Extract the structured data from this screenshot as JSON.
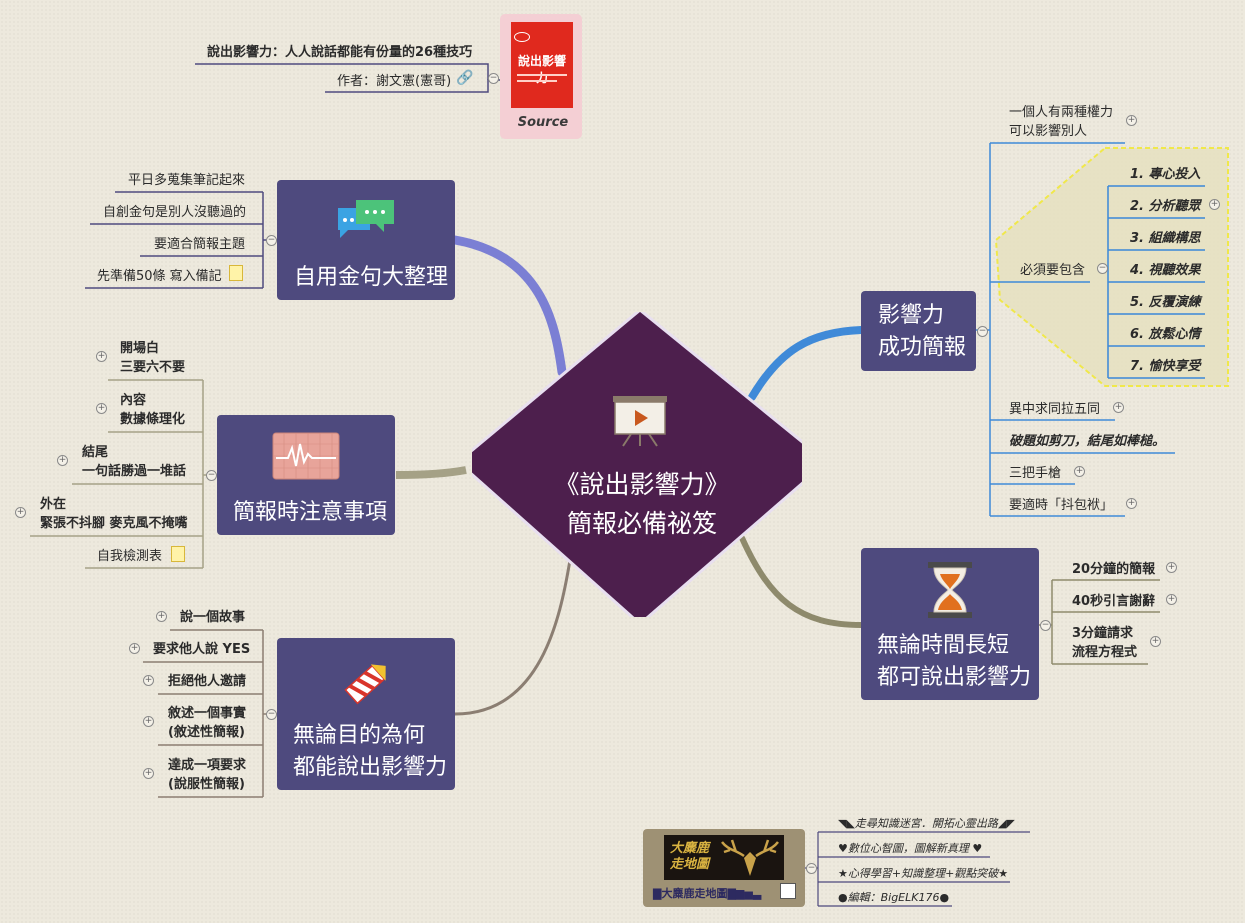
{
  "center": {
    "line1": "《說出影響力》",
    "line2": "簡報必備祕笈"
  },
  "source": {
    "title": "說出影響力：人人說話都能有份量的26種技巧",
    "author": "作者：謝文憲(憲哥)",
    "label": "Source",
    "book_cover_title": "說出影響力"
  },
  "topics": {
    "quotes": {
      "title": "自用金句大整理",
      "items": [
        "平日多蒐集筆記起來",
        "自創金句是別人沒聽過的",
        "要適合簡報主題",
        "先準備50條  寫入備記"
      ]
    },
    "notes": {
      "title": "簡報時注意事項",
      "items": [
        "開場白\n三要六不要",
        "內容\n數據條理化",
        "結尾\n一句話勝過一堆話",
        "外在\n緊張不抖腳 麥克風不掩嘴",
        "自我檢測表"
      ]
    },
    "purpose": {
      "title": "無論目的為何\n都能說出影響力",
      "items": [
        "說一個故事",
        "要求他人說 YES",
        "拒絕他人邀請",
        "敘述一個事實\n(敘述性簡報)",
        "達成一項要求\n(說服性簡報)"
      ]
    },
    "success": {
      "title": "影響力\n成功簡報",
      "top": "一個人有兩種權力\n可以影響別人",
      "must_label": "必須要包含",
      "must_items": [
        "1. 專心投入",
        "2. 分析聽眾",
        "3. 組織構思",
        "4. 視聽效果",
        "5. 反覆演練",
        "6. 放鬆心情",
        "7. 愉快享受"
      ],
      "others": [
        "異中求同拉五同",
        "破題如剪刀，結尾如棒槌。",
        "三把手槍",
        "要適時「抖包袱」"
      ]
    },
    "time": {
      "title": "無論時間長短\n都可說出影響力",
      "items": [
        "20分鐘的簡報",
        "40秒引言謝辭",
        "3分鐘請求\n流程方程式"
      ]
    }
  },
  "credits": {
    "logo_caption": "▇大麋鹿走地圖▇▆▅▃",
    "lines": [
      "◥◣走尋知識迷宮．開拓心靈出路◢◤",
      "♥數位心智圖，圖解新真理 ♥",
      "★心得學習+知識整理+觀點突破★",
      "●編輯：BigELK176●"
    ]
  },
  "colors": {
    "center": "#4d1f4d",
    "topic": "#4e4a7e",
    "branch_blue": "#3f8ad8",
    "branch_purple": "#7b7fd4",
    "branch_tan": "#a5a186",
    "branch_olive": "#8e8a6c",
    "branch_brown": "#8b7e72",
    "must_fill": "#e5e0bf",
    "must_border": "#f0e84a"
  },
  "icons": [
    "presentation-icon",
    "chat-bubbles-icon",
    "heartbeat-icon",
    "firework-icon",
    "hourglass-icon",
    "link-icon",
    "note-icon",
    "book-cover-image",
    "elk-logo-image"
  ]
}
